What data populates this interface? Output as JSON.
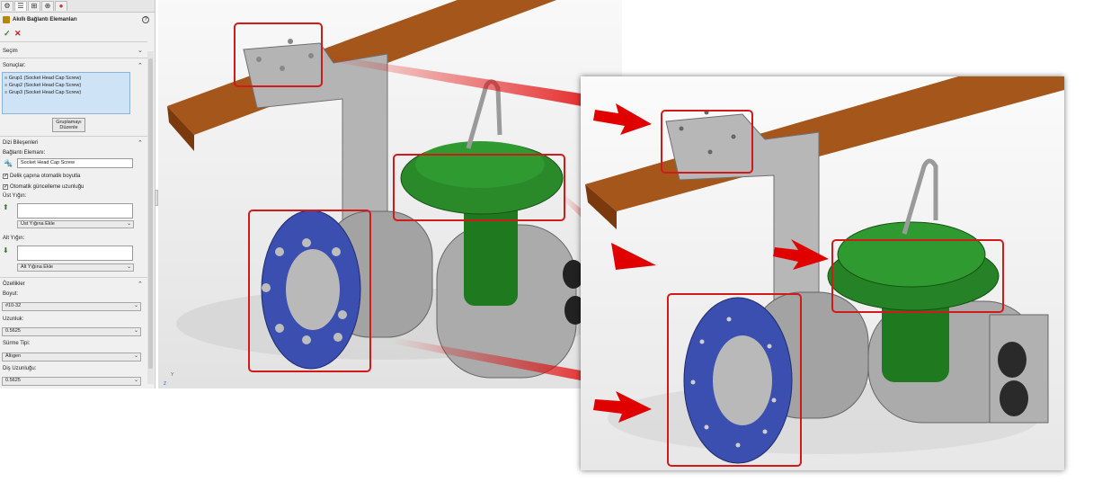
{
  "property_manager": {
    "title": "Akıllı Bağlantı Elemanları",
    "help": "?",
    "ok": "✓",
    "cancel": "✕",
    "tabs": [
      "feature-manager",
      "property-manager",
      "configuration-manager",
      "dimxpert-manager",
      "display-manager"
    ],
    "secim": "Seçim",
    "sonuclar_label": "Sonuçlar:",
    "results": [
      "Grup1 (Socket Head Cap Screw)",
      "Grup2 (Socket Head Cap Screw)",
      "Grup3 (Socket Head Cap Screw)"
    ],
    "edit_grouping_line1": "Gruplamayı",
    "edit_grouping_line2": "Düzenle",
    "series_components": "Dizi Bileşenleri",
    "fastener_label": "Bağlantı Elemanı:",
    "fastener_value": "Socket Head Cap Screw",
    "auto_size_hole": "Delik çapına otomatik boyutla",
    "auto_update_length": "Otomatik güncelleme uzunluğu",
    "top_stack_label": "Üst Yığın:",
    "top_stack_add": "Üst Yığına Ekle",
    "bottom_stack_label": "Alt Yığın:",
    "bottom_stack_add": "Alt Yığına Ekle",
    "properties": "Özellikler",
    "size_label": "Boyut:",
    "size_value": "#10-32",
    "length_label": "Uzunluk:",
    "length_value": "0.5625",
    "drive_label": "Sürme Tipi:",
    "drive_value": "Altıgen",
    "thread_length_label": "Diş Uzunluğu:",
    "thread_length_value": "0.5625",
    "collapse_icon": "chevron-up-icon",
    "expand_icon": "chevron-down-icon"
  },
  "viewport": {
    "triad_y": "Y",
    "triad_z": "Z",
    "highlight_color": "#d21a1a",
    "flange_color": "#3a4fb0",
    "actuator_color": "#1f7a1f",
    "channel_color": "#9a4a12",
    "metal_color": "#a9a9a9"
  }
}
